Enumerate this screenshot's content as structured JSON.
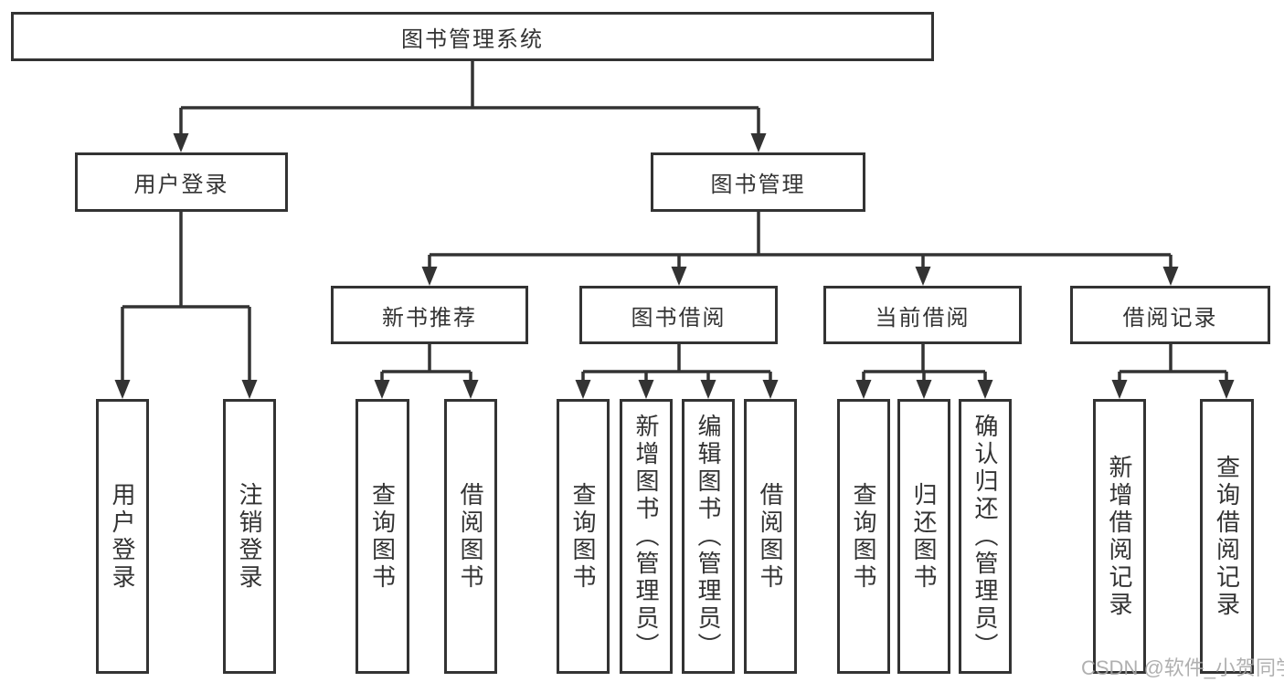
{
  "tree": {
    "root": "图书管理系统",
    "children": [
      {
        "label": "用户登录",
        "children": [
          "用户登录",
          "注销登录"
        ]
      },
      {
        "label": "图书管理",
        "children": [
          {
            "label": "新书推荐",
            "children": [
              "查询图书",
              "借阅图书"
            ]
          },
          {
            "label": "图书借阅",
            "children": [
              "查询图书",
              "新增图书（管理员）",
              "编辑图书（管理员）",
              "借阅图书"
            ]
          },
          {
            "label": "当前借阅",
            "children": [
              "查询图书",
              "归还图书",
              "确认归还（管理员）"
            ]
          },
          {
            "label": "借阅记录",
            "children": [
              "新增借阅记录",
              "查询借阅记录"
            ]
          }
        ]
      }
    ]
  },
  "watermark": {
    "text": "CSDN @软件_小贺同学"
  },
  "colors": {
    "line": "#333333",
    "text": "#333333",
    "box_background": "#ffffff",
    "watermark": "#a6a6a6",
    "page_background": "#ffffff"
  }
}
